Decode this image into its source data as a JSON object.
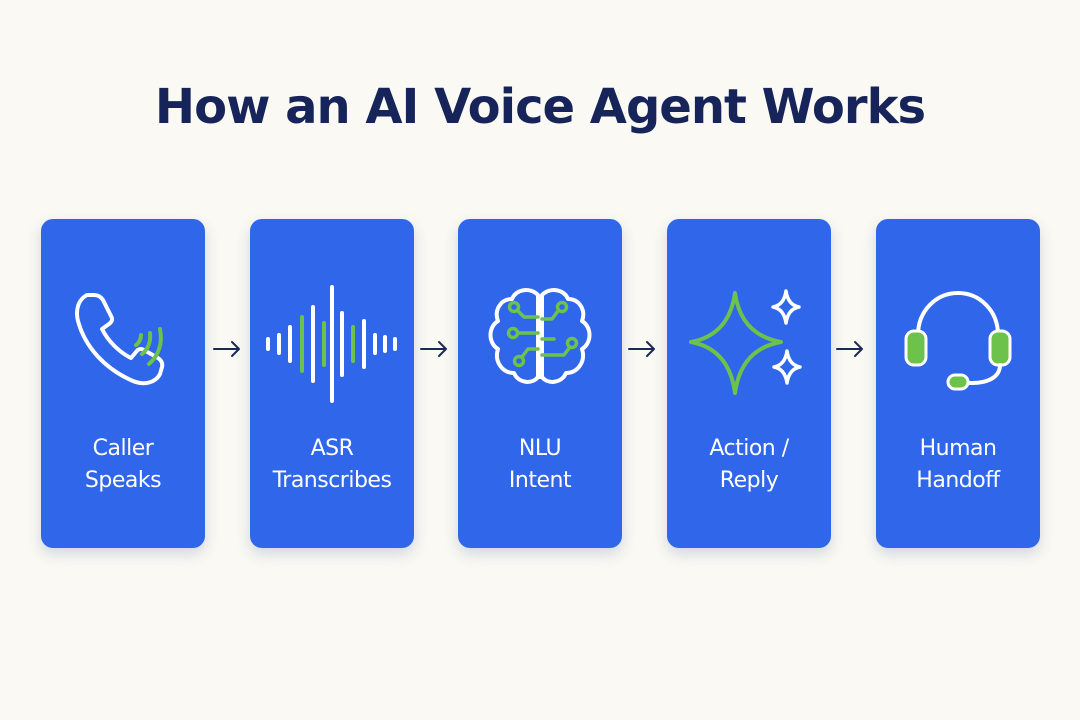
{
  "title": "How an AI Voice Agent Works",
  "steps": [
    {
      "line1": "Caller",
      "line2": "Speaks",
      "icon": "phone-icon"
    },
    {
      "line1": "ASR",
      "line2": "Transcribes",
      "icon": "soundwave-icon"
    },
    {
      "line1": "NLU",
      "line2": "Intent",
      "icon": "brain-circuit-icon"
    },
    {
      "line1": "Action /",
      "line2": "Reply",
      "icon": "sparkle-icon"
    },
    {
      "line1": "Human",
      "line2": "Handoff",
      "icon": "headset-icon"
    }
  ],
  "colors": {
    "background": "#faf9f3",
    "title": "#16245a",
    "card": "#2f66ea",
    "accent": "#6cc24a",
    "arrow": "#1b2a55"
  }
}
